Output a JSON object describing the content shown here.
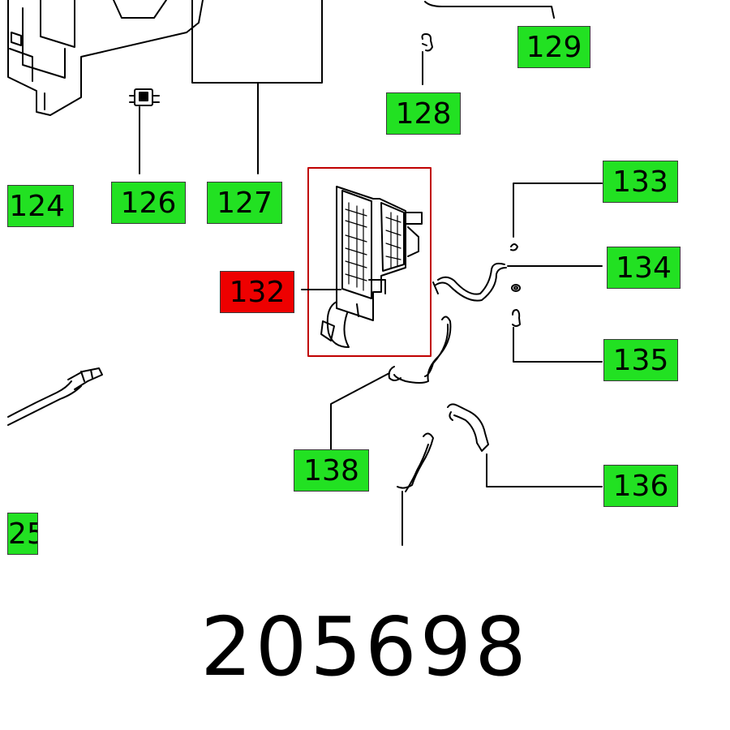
{
  "drawing_number": "205698",
  "colors": {
    "callout_default": "#22e122",
    "callout_highlight": "#ee0000",
    "line": "#000000"
  },
  "callouts": {
    "c124": "124",
    "c125": "25",
    "c126": "126",
    "c127": "127",
    "c128": "128",
    "c129": "129",
    "c132": "132",
    "c133": "133",
    "c134": "134",
    "c135": "135",
    "c136": "136",
    "c138": "138"
  },
  "highlighted_part": "132"
}
